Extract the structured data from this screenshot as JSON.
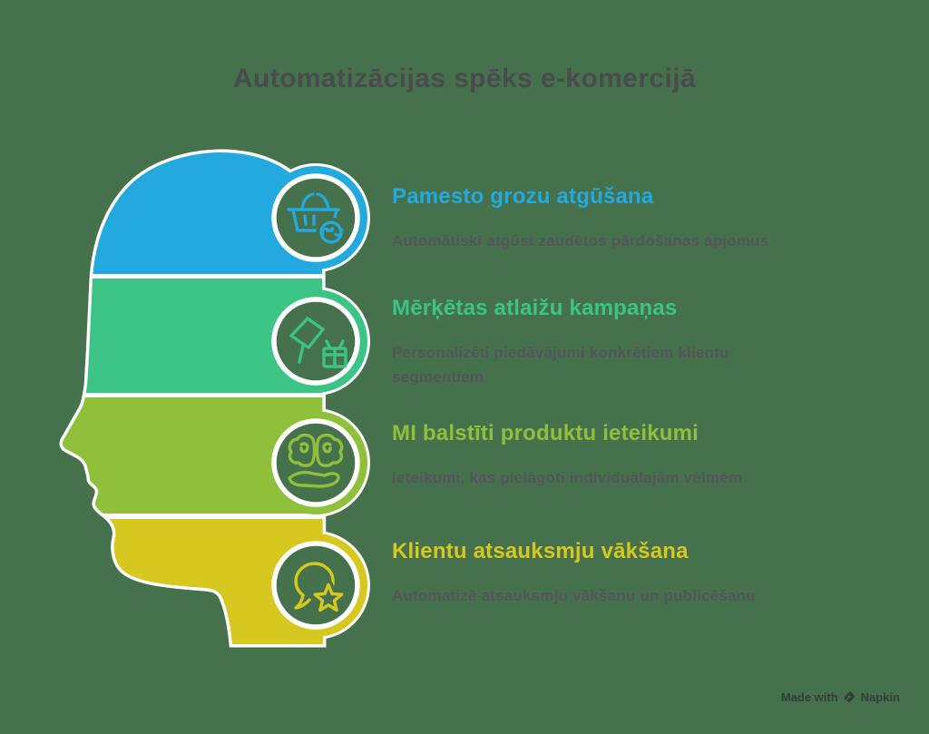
{
  "background": "#46714D",
  "title": {
    "text": "Automatizācijas spēks e-komercijā",
    "color": "#4A4B4C"
  },
  "text_color": "#55565A",
  "sections": [
    {
      "heading": "Pamesto grozu atgūšana",
      "description": "Automātiski atgūst zaudētos pārdošanas apjomus",
      "color": "#23A9DE",
      "icon": "basket-refresh-icon"
    },
    {
      "heading": "Mērķētas atlaižu kampaņas",
      "description": "Personalizēti piedāvājumi konkrētiem klientu segmentiem",
      "color": "#3CC386",
      "icon": "flag-gift-icon"
    },
    {
      "heading": "MI balstīti produktu ieteikumi",
      "description": "Ieteikumi, kas pielāgoti individuālajām vēlmēm",
      "color": "#8EC03C",
      "icon": "brain-hand-icon"
    },
    {
      "heading": "Klientu atsauksmju vākšana",
      "description": "Automatizē atsauksmju vākšanu un publicēšanu",
      "color": "#D6C81E",
      "icon": "speech-star-icon"
    }
  ],
  "watermark": {
    "prefix": "Made with",
    "brand": "Napkin"
  }
}
